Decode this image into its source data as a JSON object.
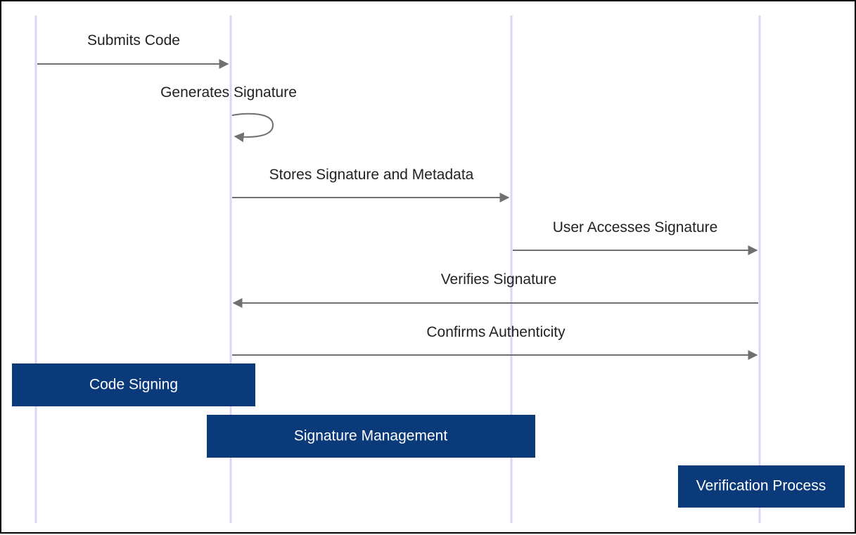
{
  "colors": {
    "lifeline": "#ddd4f7",
    "arrow": "#707070",
    "box_fill": "#0a3a7a",
    "box_text": "#ffffff",
    "label_text": "#222222"
  },
  "participants": [
    {
      "id": "code-signing",
      "label": "Code Signing"
    },
    {
      "id": "signature-management",
      "label": "Signature Management"
    },
    {
      "id": "user",
      "label": ""
    },
    {
      "id": "verification-process",
      "label": "Verification Process"
    }
  ],
  "messages": [
    {
      "label": "Submits Code",
      "from": 0,
      "to": 1
    },
    {
      "label": "Generates Signature",
      "from": 1,
      "to": 1
    },
    {
      "label": "Stores Signature and Metadata",
      "from": 1,
      "to": 2
    },
    {
      "label": "User Accesses Signature",
      "from": 2,
      "to": 3
    },
    {
      "label": "Verifies Signature",
      "from": 3,
      "to": 1
    },
    {
      "label": "Confirms Authenticity",
      "from": 1,
      "to": 3
    }
  ]
}
